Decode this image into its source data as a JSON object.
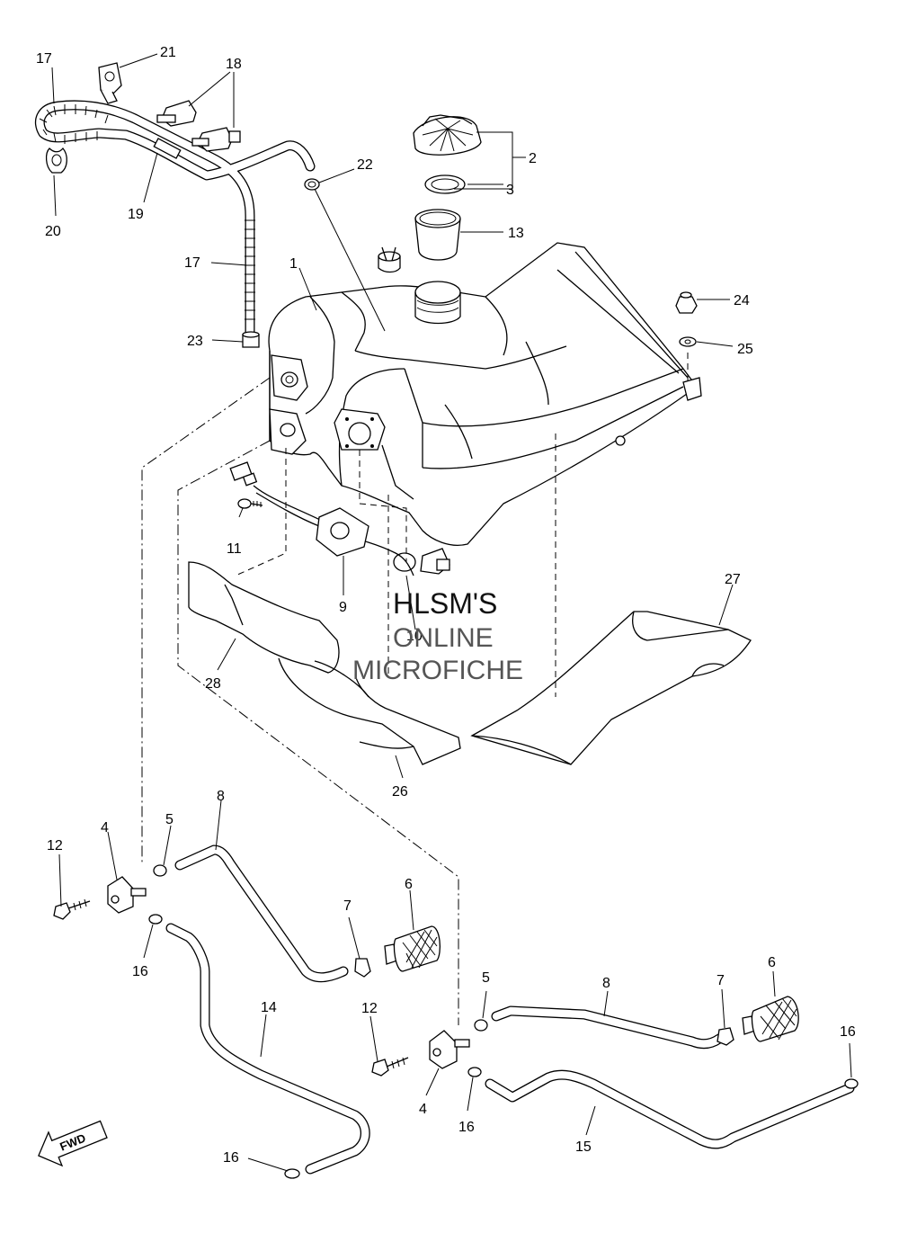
{
  "watermark": {
    "line1": "HLSM'S",
    "line2": "ONLINE",
    "line3": "MICROFICHE"
  },
  "direction_label": "FWD",
  "callouts": {
    "c1": "1",
    "c2": "2",
    "c3": "3",
    "c4a": "4",
    "c4b": "4",
    "c5a": "5",
    "c5b": "5",
    "c6a": "6",
    "c6b": "6",
    "c7a": "7",
    "c7b": "7",
    "c8a": "8",
    "c8b": "8",
    "c9": "9",
    "c10": "10",
    "c11": "11",
    "c12a": "12",
    "c12b": "12",
    "c13": "13",
    "c14": "14",
    "c15": "15",
    "c16a": "16",
    "c16b": "16",
    "c16c": "16",
    "c16d": "16",
    "c17a": "17",
    "c17b": "17",
    "c18": "18",
    "c19": "19",
    "c20": "20",
    "c21": "21",
    "c22": "22",
    "c23": "23",
    "c24": "24",
    "c25": "25",
    "c26": "26",
    "c27": "27",
    "c28": "28"
  }
}
